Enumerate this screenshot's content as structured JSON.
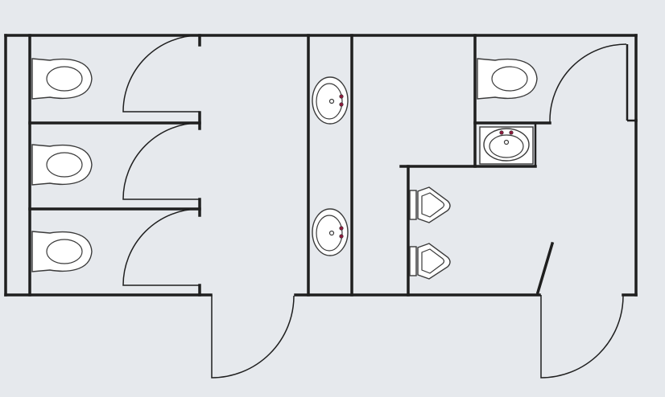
{
  "diagram": {
    "type": "floor-plan",
    "colors": {
      "background": "#e6e9ed",
      "wall": "#1f1f1f",
      "fixture_fill": "#ffffff",
      "fixture_stroke": "#3a3a3a",
      "tap": "#8b1a3c"
    },
    "rooms": [
      {
        "kind": "toilet-stalls",
        "fixtures": {
          "toilets": 3,
          "stall_doors": 3
        }
      },
      {
        "kind": "washbasin-corridor",
        "fixtures": {
          "wall_sinks": 2
        }
      },
      {
        "kind": "urinal-room",
        "fixtures": {
          "toilets": 1,
          "sinks": 1,
          "urinals": 2
        }
      }
    ],
    "entrance_doors": 2
  }
}
